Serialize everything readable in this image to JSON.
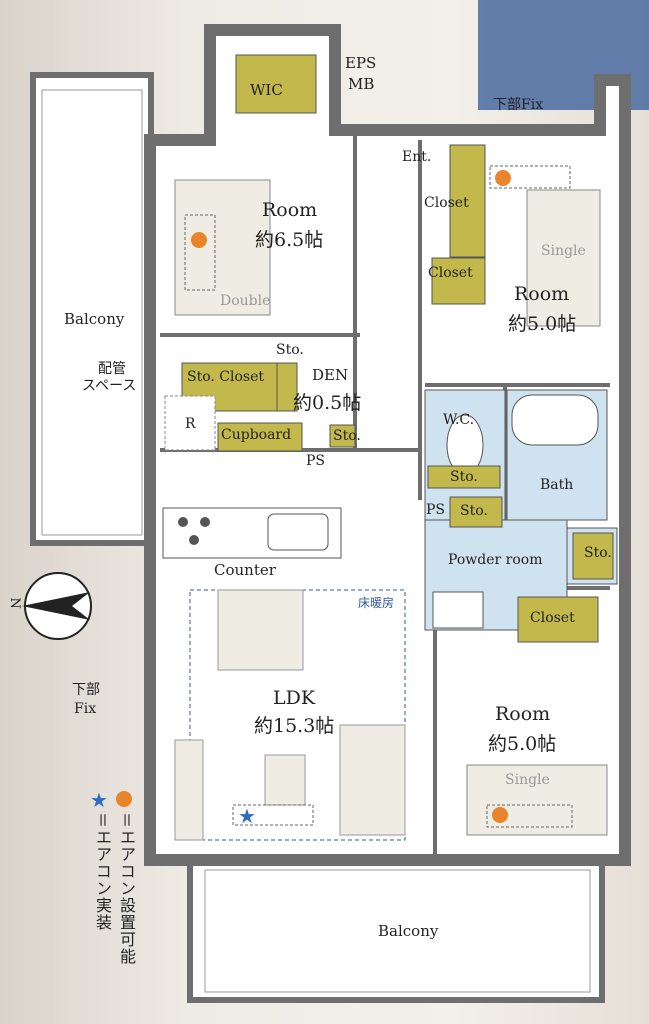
{
  "colors": {
    "wall": "#6e6e6e",
    "storage": "#c2b84c",
    "wet": "#cfe2f0",
    "floor": "#ffffff",
    "ac_dot": "#e8842a",
    "star": "#2c6cc4"
  },
  "top": {
    "wic": "WIC",
    "eps": "EPS",
    "mb": "MB",
    "fix": "下部Fix",
    "ent": "Ent."
  },
  "room_a": {
    "name": "Room",
    "size": "約6.5帖",
    "bed": "Double"
  },
  "room_b": {
    "name": "Room",
    "size": "約5.0帖",
    "bed": "Single",
    "closet1": "Closet",
    "closet2": "Closet"
  },
  "room_c": {
    "name": "Room",
    "size": "約5.0帖",
    "bed": "Single",
    "closet": "Closet"
  },
  "den": {
    "name": "DEN",
    "size": "約0.5帖",
    "sto": "Sto.",
    "sto_closet": "Sto. Closet"
  },
  "kitchen": {
    "r": "R",
    "cupboard": "Cupboard",
    "ps": "PS",
    "sto": "Sto.",
    "counter": "Counter"
  },
  "wet": {
    "wc": "W.C.",
    "wc_sto": "Sto.",
    "bath": "Bath",
    "ps": "PS",
    "sto": "Sto.",
    "powder": "Powder room",
    "sto2": "Sto."
  },
  "ldk": {
    "name": "LDK",
    "size": "約15.3帖",
    "floor_heating": "床暖房"
  },
  "left": {
    "balcony": "Balcony",
    "pipe": "配管",
    "space": "スペース",
    "fix1": "下部",
    "fix2": "Fix"
  },
  "bottom": {
    "balcony": "Balcony"
  },
  "compass": {
    "label": "N"
  },
  "legend": {
    "ac_possible": "＝エアコン設置可能",
    "ac_installed": "＝エアコン実装"
  }
}
